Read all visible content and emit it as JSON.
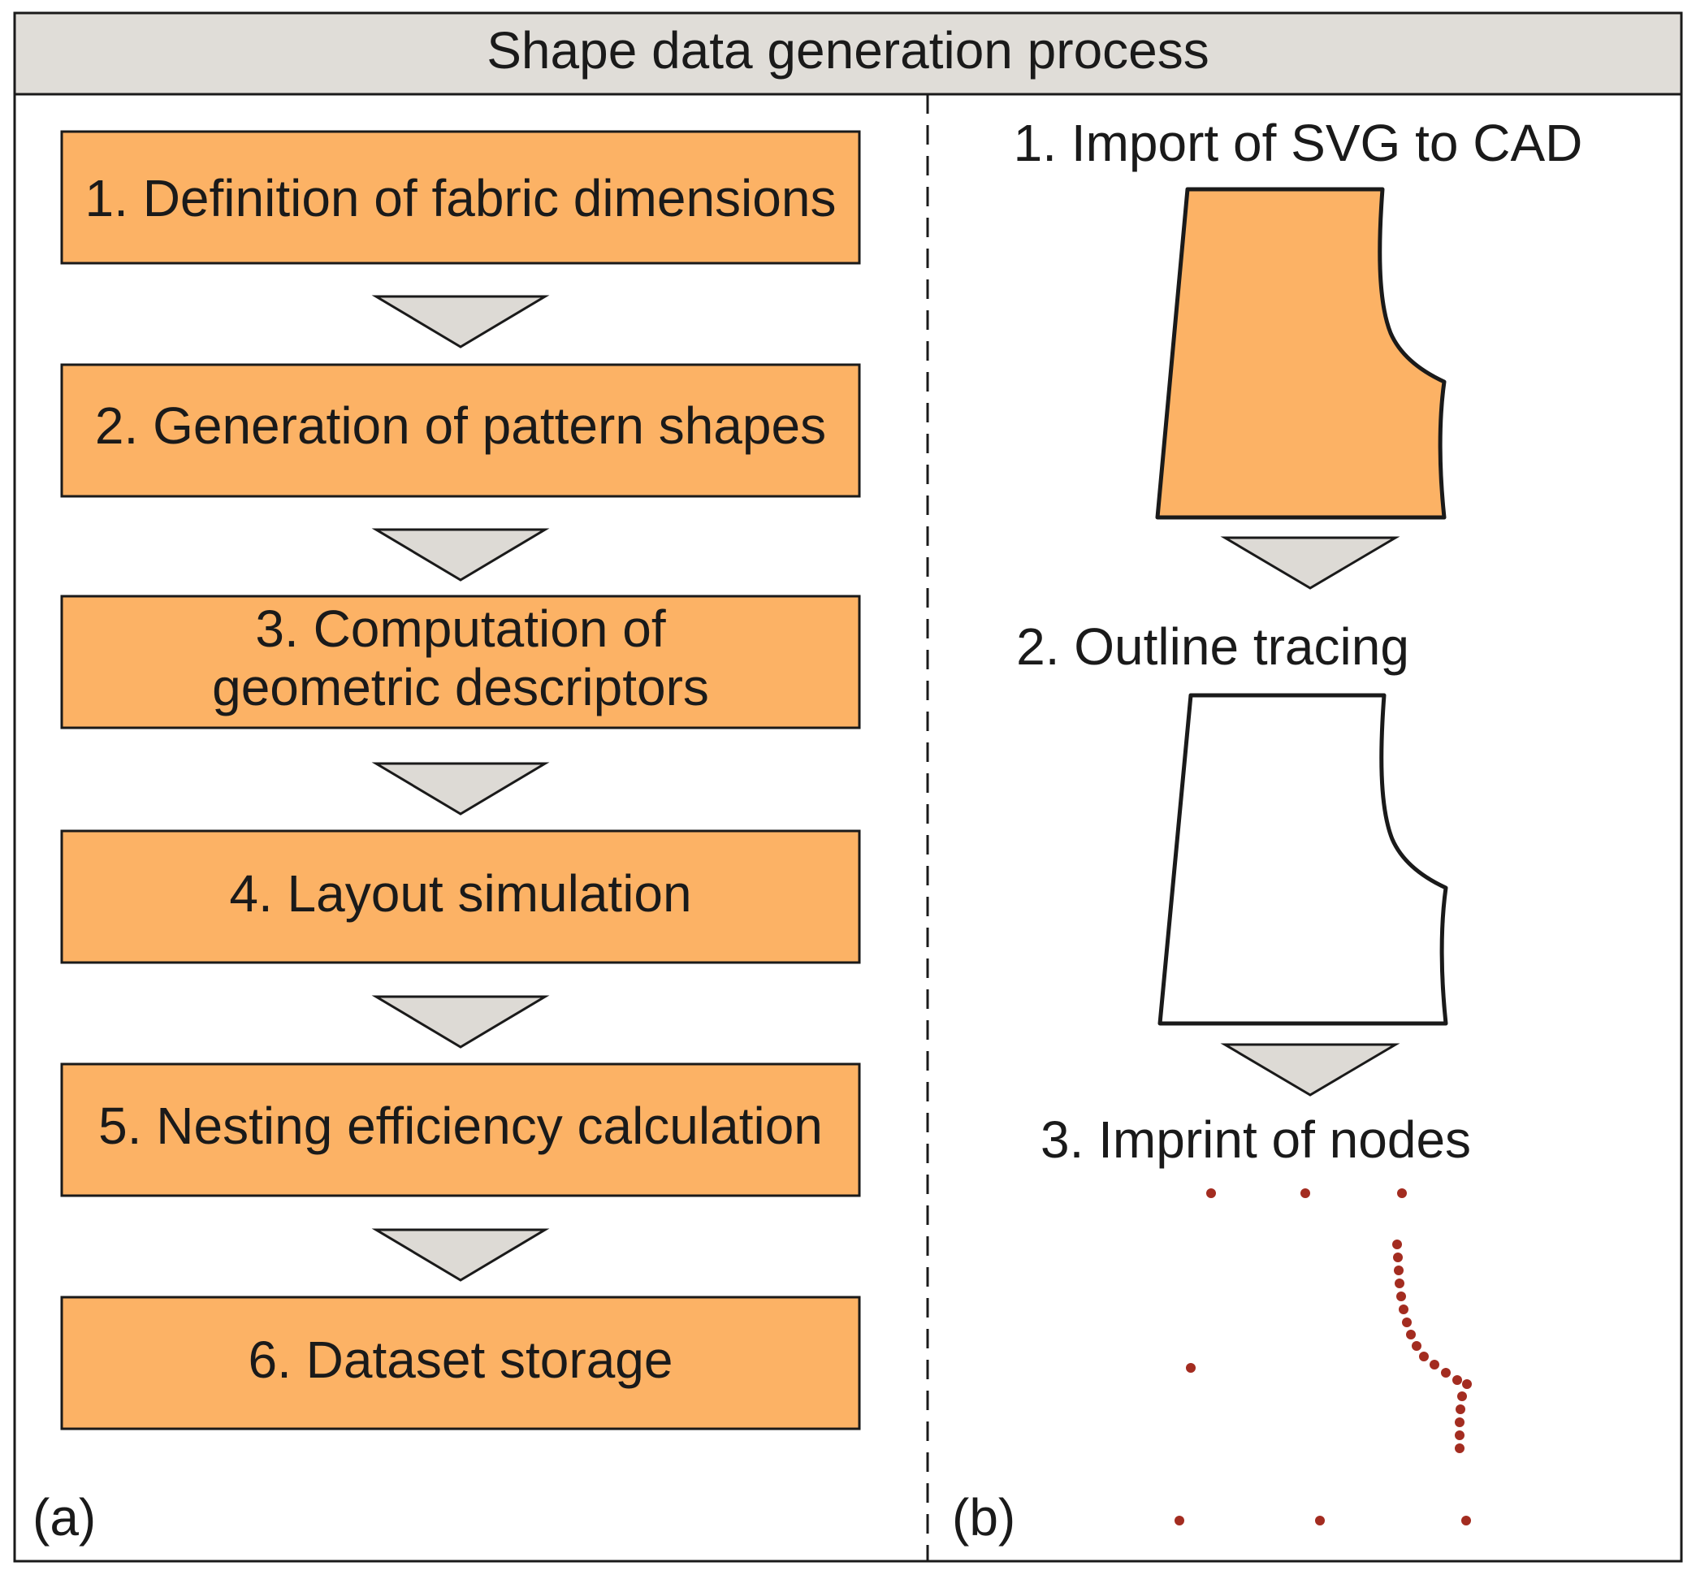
{
  "title": "Shape data generation process",
  "colors": {
    "header_fill": "#e0ddd8",
    "box_fill": "#fcb265",
    "arrow_fill": "#dddad5",
    "shape_fill": "#fcb265",
    "node_color": "#a32c20",
    "border": "#1a1a1a"
  },
  "panel_a": {
    "label": "(a)",
    "steps": [
      {
        "lines": [
          "1. Definition of fabric dimensions"
        ]
      },
      {
        "lines": [
          "2. Generation of pattern shapes"
        ]
      },
      {
        "lines": [
          "3. Computation of",
          "geometric descriptors"
        ]
      },
      {
        "lines": [
          "4. Layout simulation"
        ]
      },
      {
        "lines": [
          "5. Nesting efficiency calculation"
        ]
      },
      {
        "lines": [
          "6. Dataset storage"
        ]
      }
    ]
  },
  "panel_b": {
    "label": "(b)",
    "steps": [
      {
        "label": "1. Import of SVG to CAD",
        "visual": "filled-pattern-shape"
      },
      {
        "label": "2. Outline tracing",
        "visual": "outline-pattern-shape"
      },
      {
        "label": "3. Imprint of nodes",
        "visual": "node-points"
      }
    ]
  }
}
